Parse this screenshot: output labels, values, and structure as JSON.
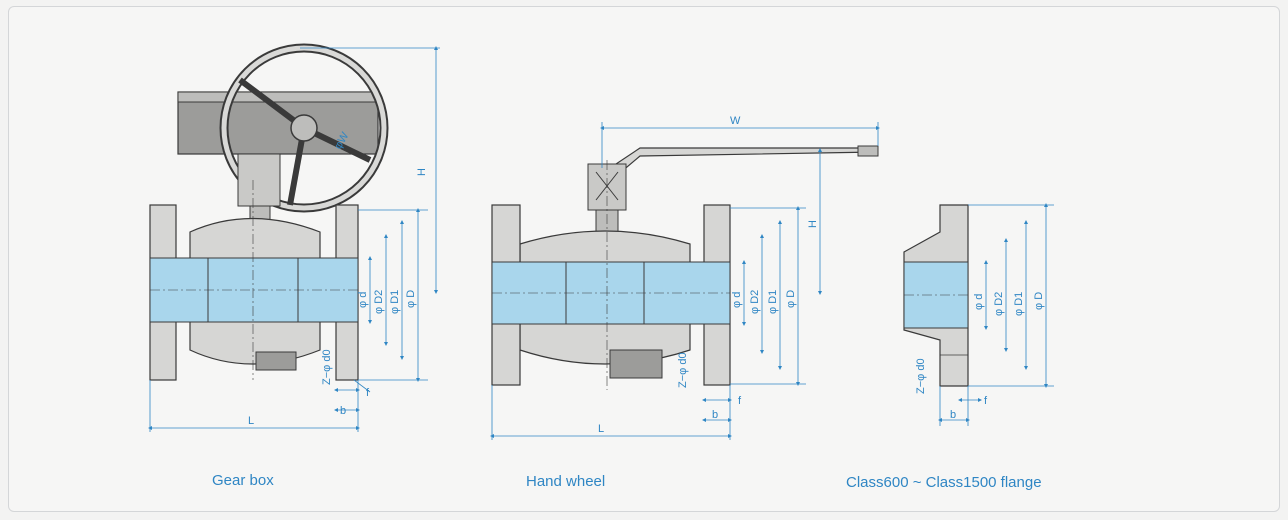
{
  "figures": [
    {
      "caption": "Gear box",
      "labels": {
        "H": "H",
        "W": "φW",
        "d": "φ d",
        "D2": "φ D2",
        "D1": "φ D1",
        "D": "φ D",
        "Zd0": "Z−φ d0",
        "b": "b",
        "f": "f",
        "L": "L"
      }
    },
    {
      "caption": "Hand wheel",
      "labels": {
        "W": "W",
        "H": "H",
        "d": "φ d",
        "D2": "φ D2",
        "D1": "φ D1",
        "D": "φ D",
        "Zd0": "Z−φ d0",
        "b": "b",
        "f": "f",
        "L": "L"
      }
    },
    {
      "caption": "Class600 ~ Class1500 flange",
      "labels": {
        "d": "φ d",
        "D2": "φ D2",
        "D1": "φ D1",
        "D": "φ D",
        "Zd0": "Z−φ d0",
        "b": "b",
        "f": "f"
      }
    }
  ],
  "colors": {
    "dimension": "#2f86c4",
    "bore": "#a9d6ec",
    "metal": "#d6d6d4",
    "outline": "#3a3a3a"
  }
}
